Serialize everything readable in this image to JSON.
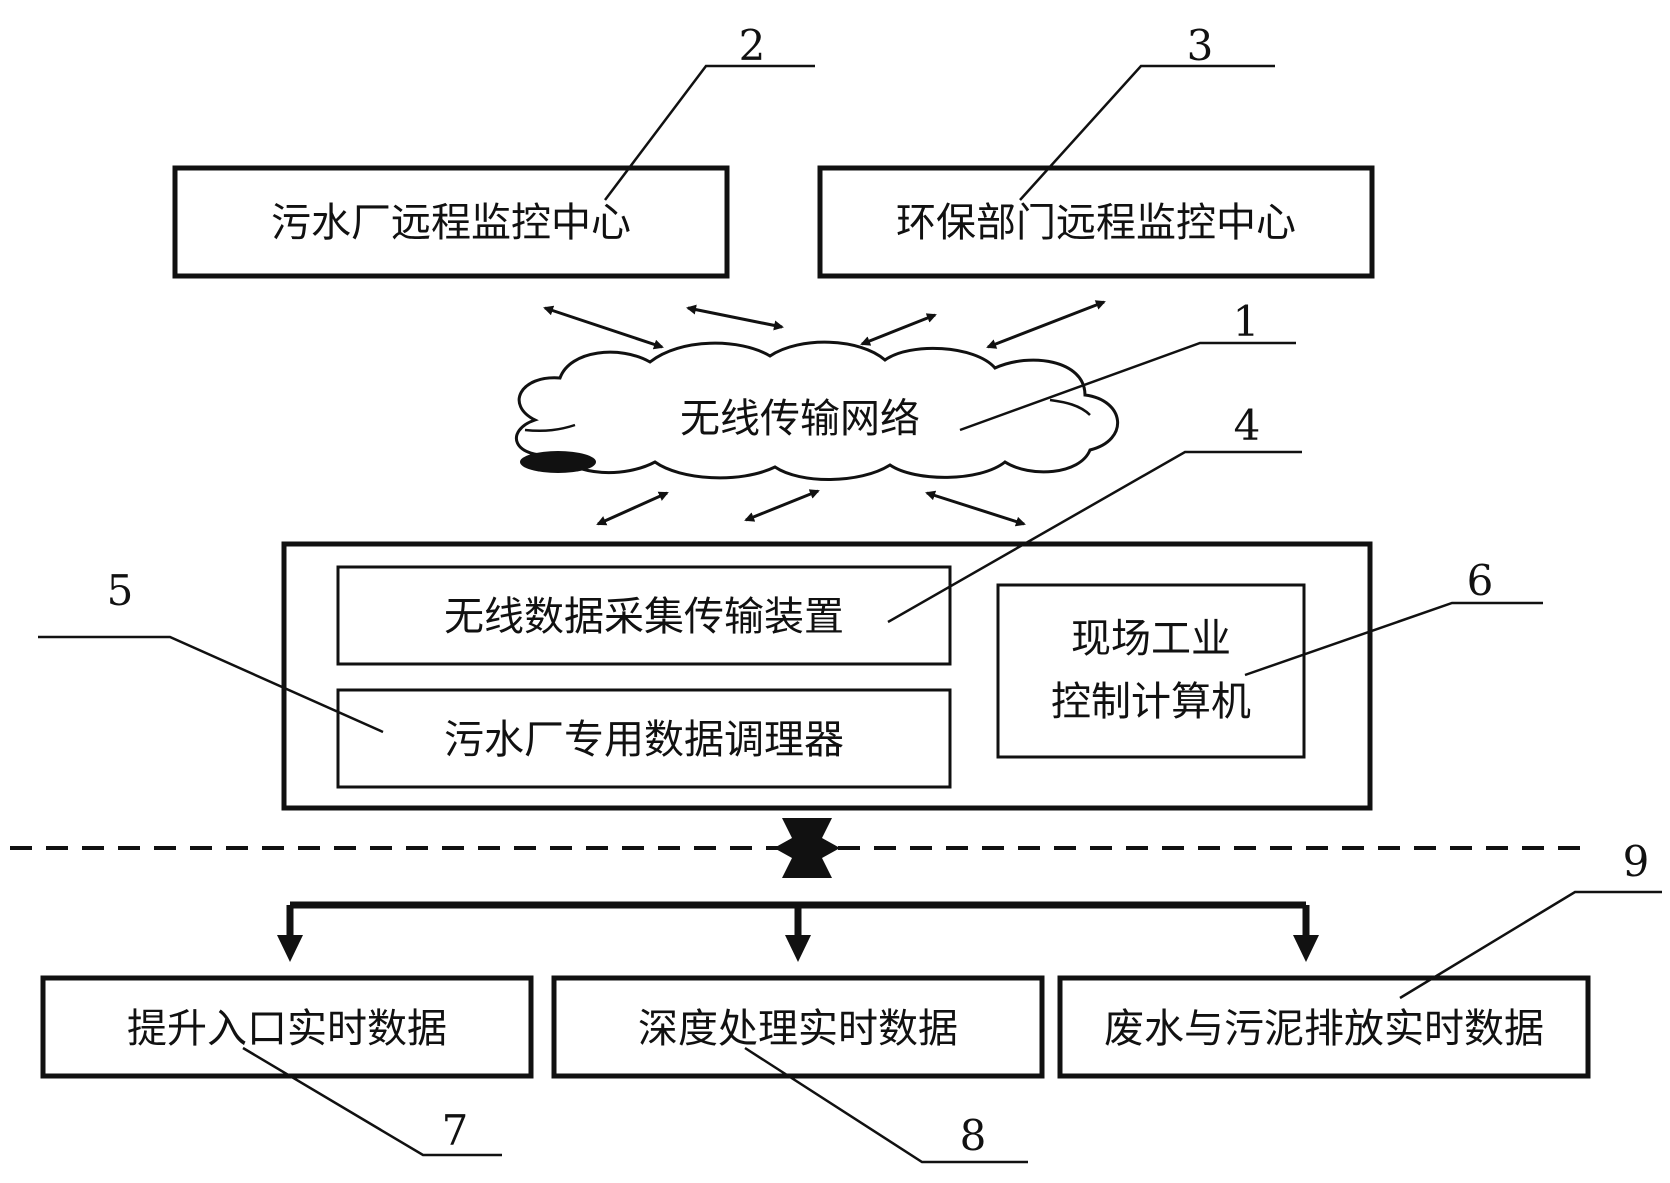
{
  "boxes": {
    "plant_monitor": "污水厂远程监控中心",
    "env_monitor": "环保部门远程监控中心",
    "network": "无线传输网络",
    "wireless_device": "无线数据采集传输装置",
    "conditioner": "污水厂专用数据调理器",
    "computer_line1": "现场工业",
    "computer_line2": "控制计算机",
    "inlet_data": "提升入口实时数据",
    "deep_treatment_data": "深度处理实时数据",
    "discharge_data": "废水与污泥排放实时数据"
  },
  "labels": {
    "n1": "1",
    "n2": "2",
    "n3": "3",
    "n4": "4",
    "n5": "5",
    "n6": "6",
    "n7": "7",
    "n8": "8",
    "n9": "9"
  }
}
